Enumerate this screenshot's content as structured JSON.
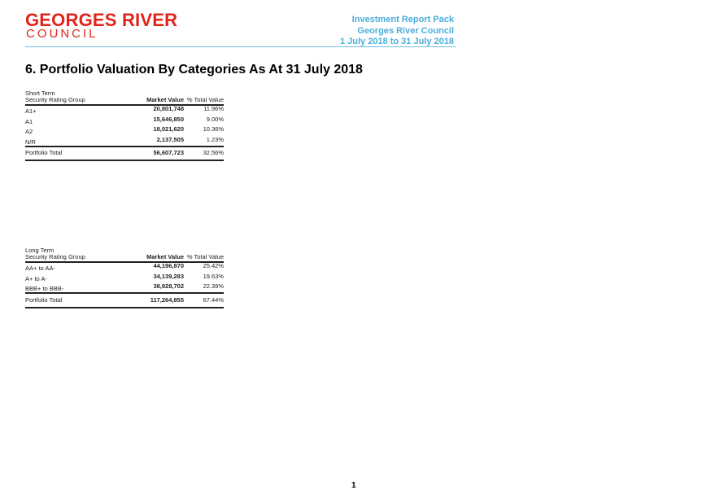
{
  "logo": {
    "line1": "GEORGES RIVER",
    "line2": "COUNCIL"
  },
  "header": {
    "line1": "Investment Report Pack",
    "line2": "Georges River Council",
    "line3": "1 July 2018 to 31 July 2018"
  },
  "title": "6. Portfolio Valuation By Categories As At 31 July 2018",
  "short_term": {
    "caption": "Short Term",
    "col_group": "Security Rating Group",
    "col_mv": "Market Value",
    "col_pct": "% Total Value",
    "rows": [
      {
        "group": "A1+",
        "mv": "20,801,748",
        "pct": "11.96%"
      },
      {
        "group": "A1",
        "mv": "15,646,850",
        "pct": "9.00%"
      },
      {
        "group": "A2",
        "mv": "18,021,620",
        "pct": "10.36%"
      },
      {
        "group": "N/R",
        "mv": "2,137,505",
        "pct": "1.23%"
      }
    ],
    "total": {
      "group": "Portfolio Total",
      "mv": "56,607,723",
      "pct": "32.56%"
    }
  },
  "long_term": {
    "caption": "Long Term",
    "col_group": "Security Rating Group",
    "col_mv": "Market Value",
    "col_pct": "% Total Value",
    "rows": [
      {
        "group": "AA+ to AA-",
        "mv": "44,196,870",
        "pct": "25.42%"
      },
      {
        "group": "A+ to A-",
        "mv": "34,139,283",
        "pct": "19.63%"
      },
      {
        "group": "BBB+ to BBB-",
        "mv": "38,928,702",
        "pct": "22.39%"
      }
    ],
    "total": {
      "group": "Portfolio Total",
      "mv": "117,264,855",
      "pct": "67.44%"
    }
  },
  "page_number": "1"
}
